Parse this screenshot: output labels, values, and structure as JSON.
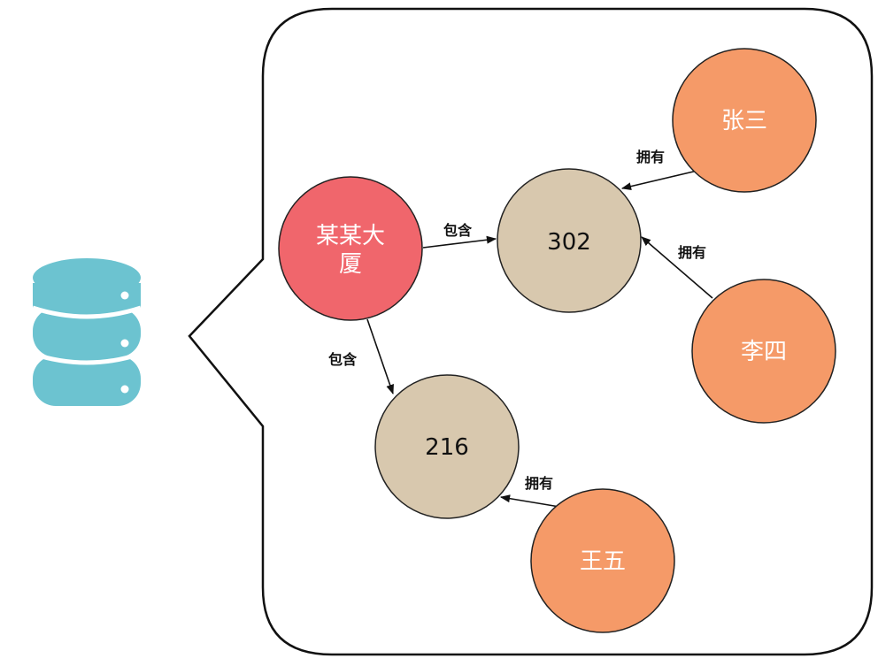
{
  "colors": {
    "building": "#f0666c",
    "room": "#d8c8ae",
    "person": "#f59a68",
    "database": "#6cc3d0",
    "stroke": "#111111"
  },
  "database": {
    "icon": "database-icon"
  },
  "nodes": {
    "building": {
      "label_line1": "某某大",
      "label_line2": "厦"
    },
    "room_302": {
      "label": "302"
    },
    "room_216": {
      "label": "216"
    },
    "person_zhangsan": {
      "label": "张三"
    },
    "person_lisi": {
      "label": "李四"
    },
    "person_wangwu": {
      "label": "王五"
    }
  },
  "edges": {
    "building_to_302": {
      "label": "包含"
    },
    "building_to_216": {
      "label": "包含"
    },
    "zhangsan_to_302": {
      "label": "拥有"
    },
    "lisi_to_302": {
      "label": "拥有"
    },
    "wangwu_to_216": {
      "label": "拥有"
    }
  }
}
